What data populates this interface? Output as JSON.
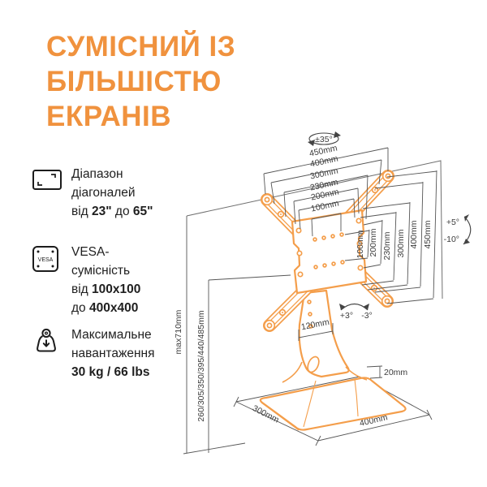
{
  "title": {
    "lines": [
      "СУМІСНИЙ ІЗ",
      "БІЛЬШІСТЮ",
      "ЕКРАНІВ"
    ]
  },
  "features": [
    {
      "icon": "screen-diagonal-icon",
      "lines": [
        [
          {
            "t": "Діапазон"
          }
        ],
        [
          {
            "t": "діагоналей"
          }
        ],
        [
          {
            "t": "від "
          },
          {
            "t": "23\"",
            "b": true
          },
          {
            "t": " до "
          },
          {
            "t": "65\"",
            "b": true
          }
        ]
      ]
    },
    {
      "icon": "vesa-icon",
      "icon_text": "VESA",
      "lines": [
        [
          {
            "t": "VESA-"
          }
        ],
        [
          {
            "t": "сумісність"
          }
        ],
        [
          {
            "t": "від "
          },
          {
            "t": "100x100",
            "b": true
          }
        ],
        [
          {
            "t": "до "
          },
          {
            "t": "400x400",
            "b": true
          }
        ]
      ]
    },
    {
      "icon": "weight-icon",
      "lines": [
        [
          {
            "t": "Максимальне"
          }
        ],
        [
          {
            "t": "навантаження"
          }
        ],
        [
          {
            "t": "30 kg / 66 lbs",
            "b": true
          }
        ]
      ]
    }
  ],
  "diagram": {
    "pan_label": "±35°",
    "tilt_labels": {
      "up": "+5°",
      "down": "-10°"
    },
    "swivel_labels": {
      "left": "+3°",
      "right": "-3°"
    },
    "horizontal_dims": [
      "450mm",
      "400mm",
      "300mm",
      "230mm",
      "200mm",
      "100mm"
    ],
    "vertical_dims": [
      "100mm",
      "200mm",
      "230mm",
      "300mm",
      "400mm",
      "450mm"
    ],
    "column_width": "120mm",
    "base_thickness": "20mm",
    "base_depth": "300mm",
    "base_width": "400mm",
    "max_height": "max710mm",
    "height_levels": "260/305/350/395/440/485mm"
  },
  "colors": {
    "accent": "#F0923E",
    "diagram_orange": "#F49E4B",
    "dimension_line": "#565656",
    "text": "#1f1f1f"
  }
}
